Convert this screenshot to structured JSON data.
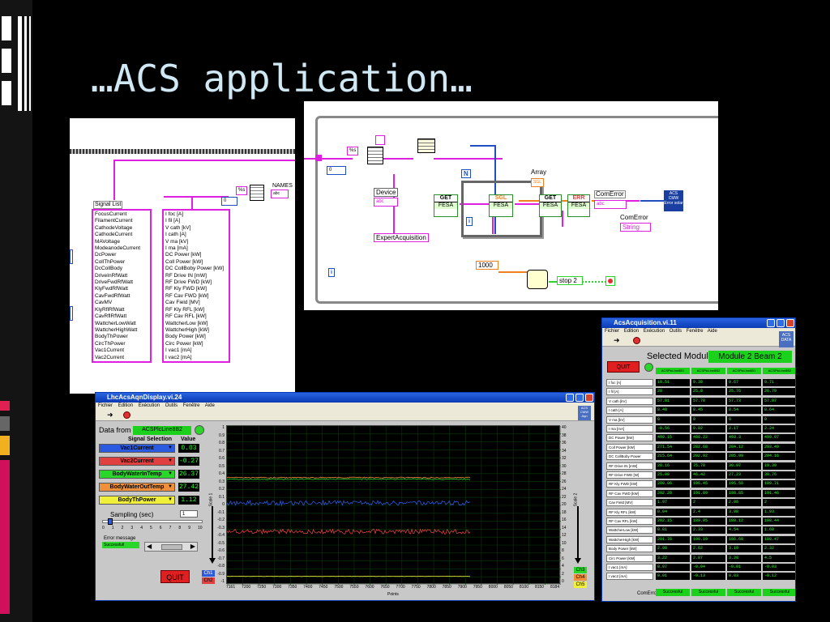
{
  "slide": {
    "title": "…ACS application…"
  },
  "signal_list": {
    "caption": "Signal List",
    "items": [
      "FocusCurrent",
      "FilamentCurrent",
      "CathodeVoltage",
      "CathodeCurrent",
      "MAVoltage",
      "ModeanodeCurrent",
      "DcPower",
      "CollThPower",
      "DcCollBody",
      "DriveInRfWatt",
      "DriveFwdRfWatt",
      "KlyFwdRfWatt",
      "CavFwdRfWatt",
      "CavMV",
      "KlyRflRfWatt",
      "CavRflRfWatt",
      "WattcherLowWatt",
      "WattcherHighWatt",
      "BodyThPower",
      "CircThPower",
      "Vac1Current",
      "Vac2Current"
    ],
    "names_label": "NAMES",
    "names_items": [
      "I foc [A]",
      "I fil [A]",
      "V cath [kV]",
      "I cath [A]",
      "V ma [kV]",
      "I ma [mA]",
      "DC Power [kW]",
      "Coll Power [kW]",
      "DC CollBoby Power [kW]",
      "RF Drive IN [mW]",
      "RF Drive FWD [kW]",
      "RF Kly FWD [kW]",
      "RF Cav FWD [kW]",
      "Cav Field [MV]",
      "RF Kly RFL [kW]",
      "RF Cav RFL [kW]",
      "WattcherLow [kW]",
      "WattcherHigh [kW]",
      "Body Power [kW]",
      "Circ Power [kW]",
      "I vac1 [mA]",
      "I vac2 [mA]"
    ],
    "fmt_label": "%s",
    "zero_label": "0"
  },
  "block_diagram": {
    "fmt_label": "%s",
    "zero_label": "0",
    "n_label": "N",
    "array_label": "Array",
    "sgl_label": "SGL",
    "device_label": "Device",
    "abc_label": "abc",
    "get_label": "GET",
    "fesa_label": "FESA",
    "jget_label": "GET",
    "err_label": "ERR",
    "comerror_label": "ComError",
    "comerror2_label": "ComError",
    "string_label": "String",
    "expert_label": "ExpertAcquisition",
    "acs_label": "ACS CMW Error solar",
    "i_label": "i",
    "thousand_label": "1000",
    "stop_label": "stop 2"
  },
  "display_window": {
    "title": "LhcAcsAqnDisplay.vi.24",
    "menu": [
      "Fichier",
      "Edition",
      "Exécution",
      "Outils",
      "Fenêtre",
      "Aide"
    ],
    "data_from_label": "Data from",
    "data_from_value": "ACSPlcLine8B2",
    "signal_selection_label": "Signal Selection",
    "value_label": "Value",
    "signals": [
      {
        "name": "Vac1Current",
        "value": "0.03",
        "color": "#2a5ae0"
      },
      {
        "name": "Vac2Current",
        "value": "-0.27",
        "color": "#e04040"
      },
      {
        "name": "BodyWaterInTemp",
        "value": "26.37",
        "color": "#2ad62a"
      },
      {
        "name": "BodyWaterOutTemp",
        "value": "27.42",
        "color": "#f0903a"
      },
      {
        "name": "BodyThPower",
        "value": "1.12",
        "color": "#f0f03a"
      }
    ],
    "sampling_label": "Sampling (sec)",
    "sampling_value": "1",
    "slider_ticks": [
      "0",
      "1",
      "2",
      "3",
      "4",
      "5",
      "6",
      "7",
      "8",
      "9",
      "10"
    ],
    "error_label": "Error message",
    "error_value": "Successfull",
    "quit_label": "QUIT",
    "ch1": "Ch1",
    "ch2": "Ch2",
    "ch3": "Ch3",
    "ch4": "Ch4",
    "ch5": "Ch5",
    "scale1_label": "Scale 1",
    "scale2_label": "Scale 2",
    "points_label": "Points",
    "y_left_ticks": [
      "1",
      "0.9",
      "0.8",
      "0.7",
      "0.6",
      "0.5",
      "0.4",
      "0.3",
      "0.2",
      "0.1",
      "0",
      "-0.1",
      "-0.2",
      "-0.3",
      "-0.4",
      "-0.5",
      "-0.6",
      "-0.7",
      "-0.8",
      "-0.9",
      "-1"
    ],
    "y_right_ticks": [
      "40",
      "38",
      "36",
      "34",
      "32",
      "30",
      "28",
      "26",
      "24",
      "22",
      "20",
      "18",
      "16",
      "14",
      "12",
      "10",
      "8",
      "6",
      "4",
      "2",
      "0"
    ],
    "x_ticks": [
      "7161",
      "7200",
      "7250",
      "7300",
      "7350",
      "7400",
      "7450",
      "7500",
      "7550",
      "7600",
      "7650",
      "7700",
      "7750",
      "7800",
      "7850",
      "7900",
      "7950",
      "8000",
      "8050",
      "8100",
      "8150",
      "8184"
    ],
    "acs_badge": "ACS CMW Aqn"
  },
  "acquisition_window": {
    "title": "AcsAcquisition.vi.11",
    "menu": [
      "Fichier",
      "Edition",
      "Exécution",
      "Outils",
      "Fenêtre",
      "Aide"
    ],
    "quit_label": "QUIT",
    "selected_module_label": "Selected Module",
    "module_value": "Module 2 Beam 2",
    "acs_badge": "ACS DATA",
    "column_headers": [
      "ACSPlcLine8B1",
      "ACSPlcLine8B2",
      "ACSPlcLine8B1",
      "ACSPlcLine8B2"
    ],
    "rows": [
      {
        "label": "I foc [A]",
        "values": [
          "10.51",
          "9.38",
          "9.67",
          "9.71"
        ]
      },
      {
        "label": "I fil [A]",
        "values": [
          "28",
          "25.8",
          "25.76",
          "26.79"
        ]
      },
      {
        "label": "V cath [kV]",
        "values": [
          "57.81",
          "57.78",
          "57.73",
          "57.87"
        ]
      },
      {
        "label": "I cath [A]",
        "values": [
          "8.48",
          "8.45",
          "8.54",
          "8.64"
        ]
      },
      {
        "label": "V ma [kV]",
        "values": [
          "0",
          "0",
          "0",
          "0"
        ]
      },
      {
        "label": "I ma [mA]",
        "values": [
          "-0.56",
          "0.82",
          "2.17",
          "2.24"
        ]
      },
      {
        "label": "DC Power [kW]",
        "values": [
          "490.15",
          "488.22",
          "493.3",
          "499.97"
        ]
      },
      {
        "label": "Coll Power [kW]",
        "values": [
          "271.54",
          "282.68",
          "284.12",
          "293.49"
        ]
      },
      {
        "label": "DC CollBoby Power",
        "values": [
          "215.64",
          "202.92",
          "205.99",
          "204.16"
        ]
      },
      {
        "label": "RF Drive IN [mW]",
        "values": [
          "28.16",
          "75.78",
          "30.97",
          "19.39"
        ]
      },
      {
        "label": "RF Drive FWD [W]",
        "values": [
          "25.08",
          "46.42",
          "27.23",
          "30.76"
        ]
      },
      {
        "label": "RF Kly FWD [kW]",
        "values": [
          "200.06",
          "196.45",
          "195.56",
          "189.71"
        ]
      },
      {
        "label": "RF Cav FWD [kW]",
        "values": [
          "202.28",
          "191.89",
          "188.85",
          "191.46"
        ]
      },
      {
        "label": "Cav Field [MV]",
        "values": [
          "1.97",
          "2",
          "2.06",
          "2"
        ]
      },
      {
        "label": "RF Kly RFL [kW]",
        "values": [
          "0.04",
          "2.4",
          "3.98",
          "1.93"
        ]
      },
      {
        "label": "RF Cav RFL [kW]",
        "values": [
          "202.15",
          "189.05",
          "189.12",
          "188.44"
        ]
      },
      {
        "label": "WattcherLow [kW]",
        "values": [
          "0.81",
          "2.33",
          "4.54",
          "1.68"
        ]
      },
      {
        "label": "WattcherHigh [kW]",
        "values": [
          "201.76",
          "190.19",
          "186.68",
          "188.47"
        ]
      },
      {
        "label": "Body Power [kW]",
        "values": [
          "2.98",
          "2.62",
          "3.19",
          "2.32"
        ]
      },
      {
        "label": "Circ Power [kW]",
        "values": [
          "3.22",
          "2.87",
          "3.28",
          "4.5"
        ]
      },
      {
        "label": "I vac1 [mA]",
        "values": [
          "0.07",
          "-0.04",
          "-0.01",
          "-0.03"
        ]
      },
      {
        "label": "I vac2 [mA]",
        "values": [
          "0.01",
          "-0.13",
          "0.03",
          "-0.12"
        ]
      }
    ],
    "comerror_label": "ComError",
    "status_values": [
      "Successful",
      "Successful",
      "Successful",
      "Successful"
    ]
  },
  "colors": {
    "title_text": "#cfe8f4",
    "labview_pink": "#e020e0",
    "labview_green": "#2ad62a",
    "labview_orange": "#f08020",
    "panel_gray": "#c8c8c8",
    "xp_blue": "#0a3bb5"
  }
}
